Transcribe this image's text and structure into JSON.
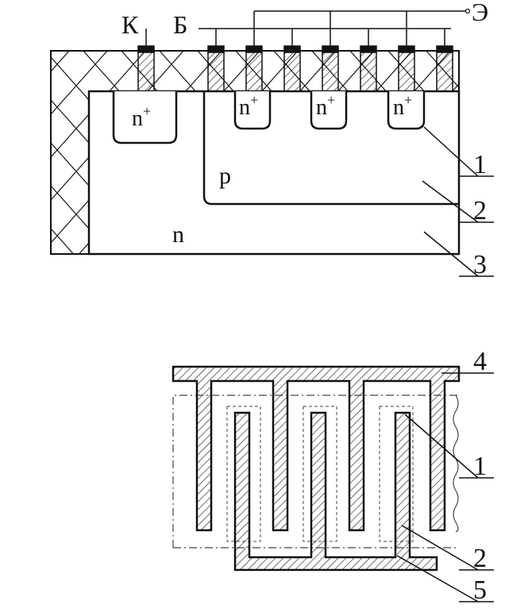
{
  "top_view": {
    "terminals": {
      "collector": "К",
      "base": "Б",
      "emitter": "Э"
    },
    "regions": {
      "emitter_doping": "n",
      "emitter_doping_sup": "+",
      "base_region": "p",
      "collector_region": "n"
    },
    "callouts": [
      "1",
      "2",
      "3"
    ]
  },
  "plan_view": {
    "callouts": [
      "4",
      "1",
      "2",
      "5"
    ]
  }
}
